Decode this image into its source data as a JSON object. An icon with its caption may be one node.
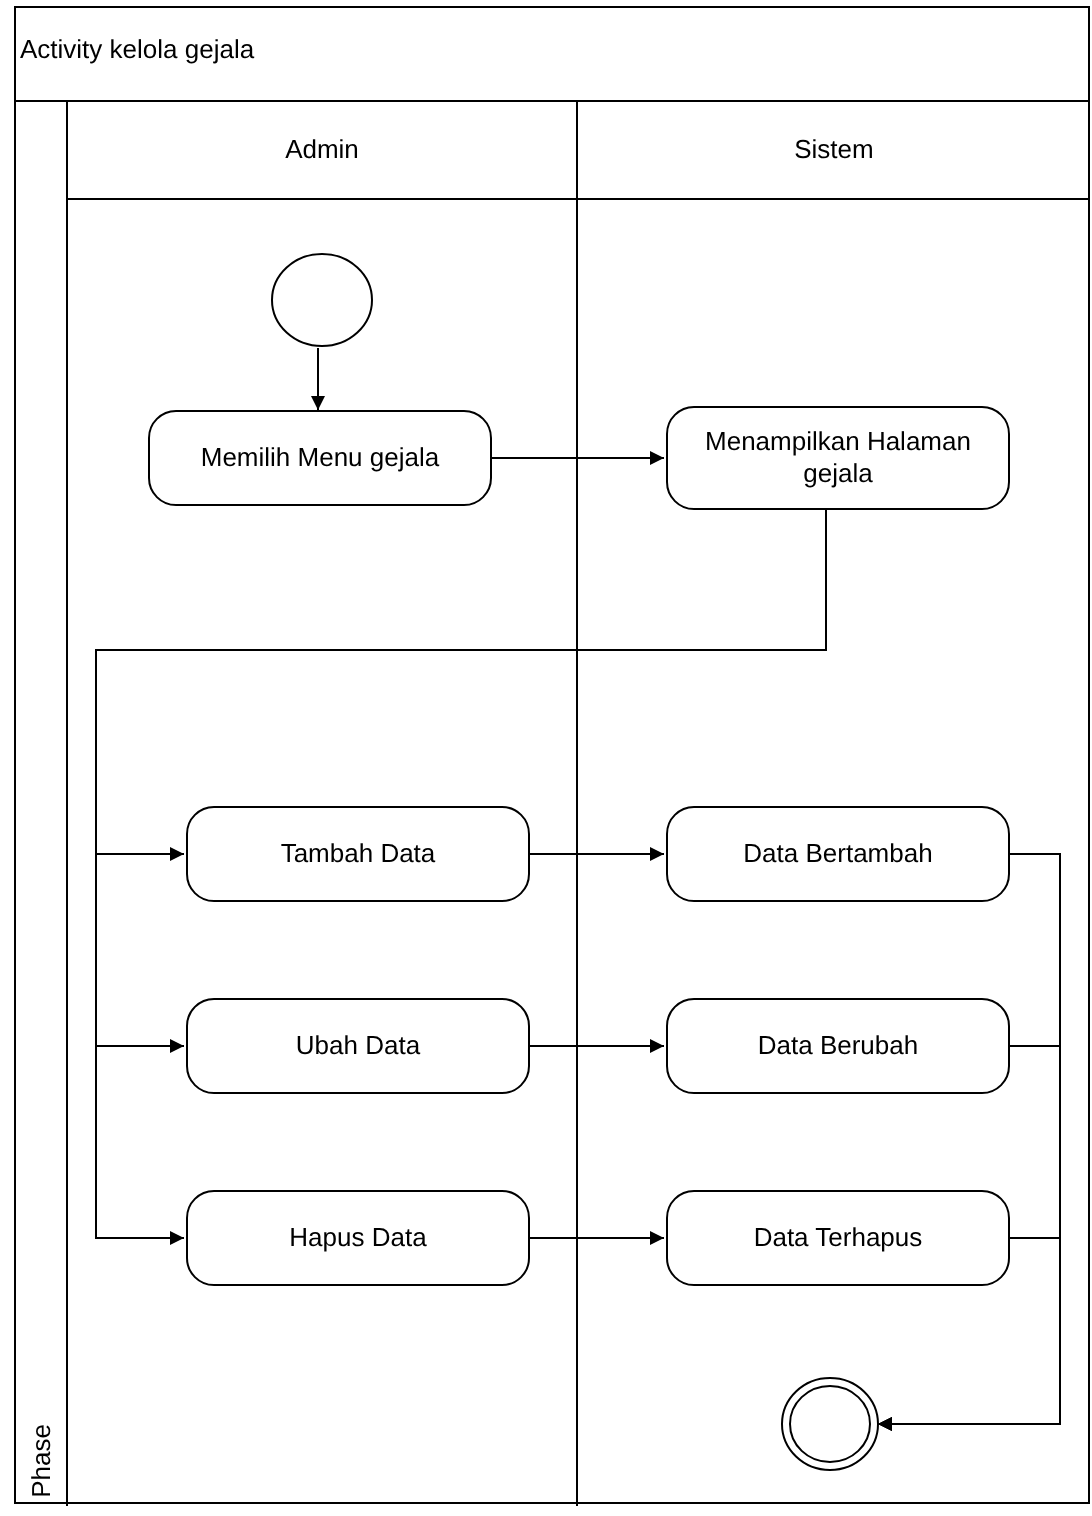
{
  "diagram": {
    "title": "Activity kelola gejala",
    "nodes": [
      {
        "text": [
          "Admin"
        ]
      },
      {
        "text": [
          "Sistem"
        ]
      },
      {
        "text": [
          "Phase"
        ]
      },
      {
        "text": [],
        "shape": "circle",
        "in": 0
      },
      {
        "text": [
          "Memilih Menu gejala"
        ],
        "in": 0
      },
      {
        "text": [
          "Menampilkan Halaman gejala"
        ],
        "in": 1
      },
      {
        "text": [
          "Tambah Data"
        ],
        "in": 0
      },
      {
        "text": [
          "Ubah Data"
        ],
        "in": 0
      },
      {
        "text": [
          "Hapus Data"
        ],
        "in": 0
      },
      {
        "text": [
          "Data Bertambah"
        ],
        "in": 1
      },
      {
        "text": [
          "Data Berubah"
        ],
        "in": 1
      },
      {
        "text": [
          "Data Terhapus"
        ],
        "in": 1
      },
      {
        "text": [],
        "shape": "circle",
        "in": 1
      }
    ],
    "edges": [
      {
        "from": 3,
        "to": 4,
        "arrow": "to"
      },
      {
        "from": 4,
        "to": 5,
        "arrow": "to"
      },
      {
        "from": 5,
        "to": 6,
        "arrow": "to"
      },
      {
        "from": 5,
        "to": 7,
        "arrow": "to"
      },
      {
        "from": 5,
        "to": 8,
        "arrow": "to"
      },
      {
        "from": 6,
        "to": 9,
        "arrow": "to"
      },
      {
        "from": 7,
        "to": 10,
        "arrow": "to"
      },
      {
        "from": 8,
        "to": 11,
        "arrow": "to"
      },
      {
        "from": 9,
        "to": 12,
        "arrow": "to"
      },
      {
        "from": 10,
        "to": 12,
        "arrow": "to"
      },
      {
        "from": 11,
        "to": 12,
        "arrow": "to"
      }
    ]
  }
}
